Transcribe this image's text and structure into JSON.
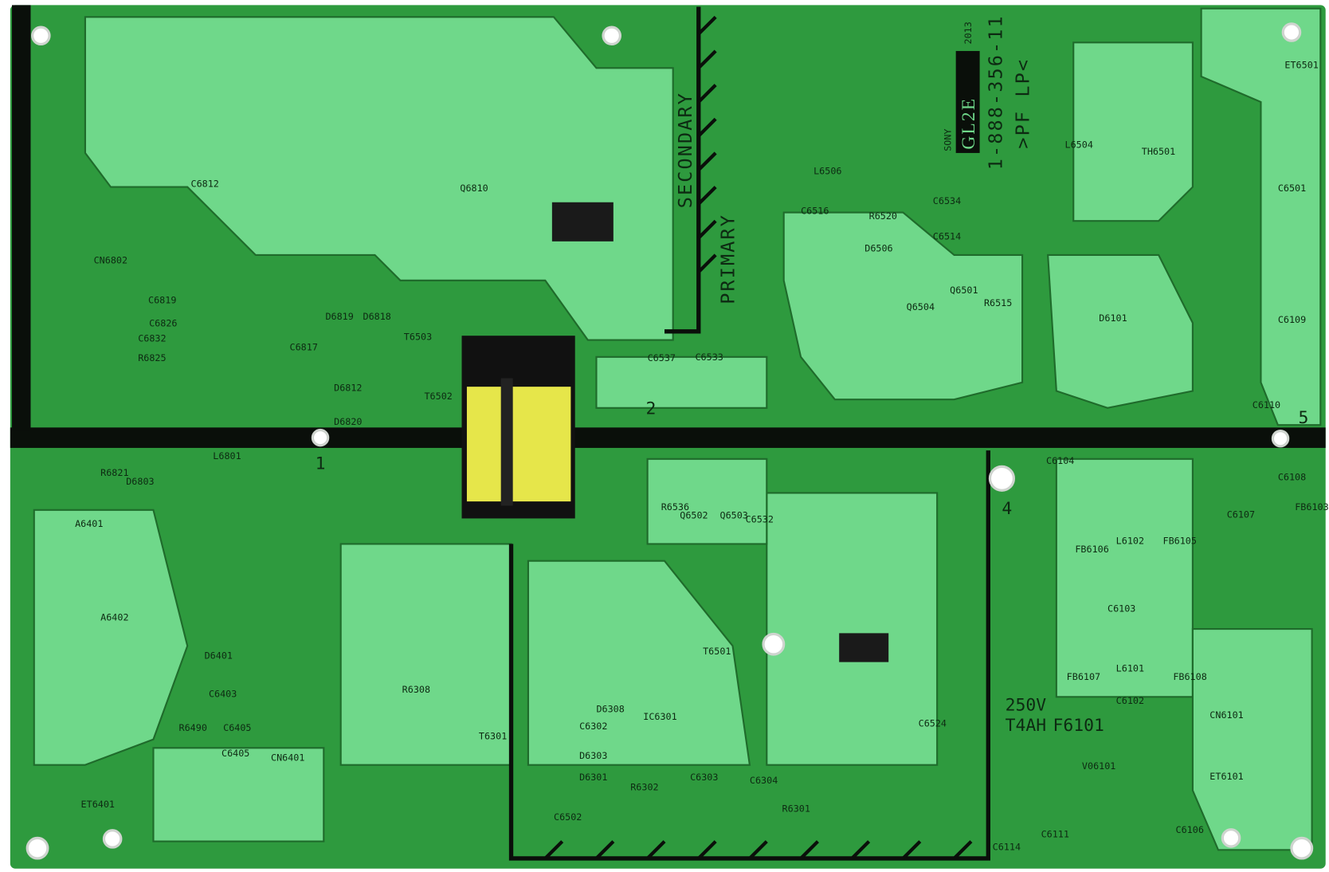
{
  "board": {
    "colors": {
      "substrate": "#2e9a3e",
      "trace": "#6fd88a",
      "isolation": "#0a0f0a",
      "silkscreen": "#0d2a12",
      "pad": "#d8dcd8",
      "transformer_core": "#111111",
      "transformer_winding": "#e6e64a"
    },
    "maker": "SONY",
    "model": "GL2E",
    "year": "2013",
    "part_number": "1-888-356-11",
    "material": ">PF LP<",
    "zone_secondary": "SECONDARY",
    "zone_primary": "PRIMARY",
    "fuse_rating": "250V",
    "fuse_type": "T4AH",
    "fuse_ref": "F6101",
    "zone_numbers": [
      "1",
      "2",
      "4",
      "5"
    ],
    "labels": [
      "C6501",
      "ET6501",
      "TH6501",
      "L6504",
      "L6506",
      "R6520",
      "C6516",
      "C6534",
      "C6514",
      "D6506",
      "Q6504",
      "Q6501",
      "R6515",
      "D6101",
      "C6109",
      "C6110",
      "C6104",
      "C6108",
      "C6107",
      "FB6103",
      "FB6106",
      "FB6105",
      "L6102",
      "FB6107",
      "FB6108",
      "L6101",
      "C6103",
      "C6102",
      "CN6101",
      "V06101",
      "ET6101",
      "C6106",
      "C6111",
      "C6114",
      "T6501",
      "IC6301",
      "T6301",
      "C6302",
      "D6303",
      "D6301",
      "R6302",
      "C6303",
      "C6304",
      "R6301",
      "C6502",
      "CN6401",
      "C6405",
      "R6490",
      "C6403",
      "D6401",
      "A6402",
      "A6401",
      "ET6401",
      "L6801",
      "D6803",
      "R6821",
      "R6825",
      "C6832",
      "C6826",
      "C6819",
      "CN6802",
      "C6817",
      "D6819",
      "D6818",
      "T6503",
      "D6812",
      "D6820",
      "C6812",
      "Q6810",
      "C6537",
      "C6533",
      "R6536",
      "Q6502",
      "Q6503",
      "C6532",
      "T6502",
      "C6524",
      "R6308",
      "D6308",
      "C6405"
    ]
  }
}
